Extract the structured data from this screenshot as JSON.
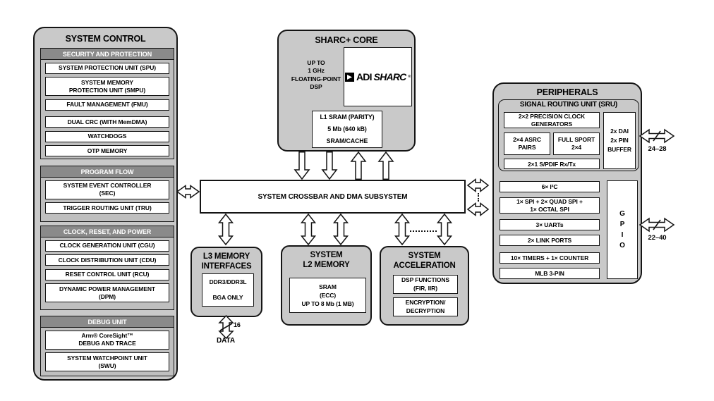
{
  "colors": {
    "box_fill": "#c9c9c9",
    "section_fill": "#bfbfbf",
    "header_fill": "#8a8a8a",
    "header_text": "#ffffff",
    "border": "#141414",
    "white_box": "#ffffff"
  },
  "system_control": {
    "title": "SYSTEM CONTROL",
    "sections": [
      {
        "header": "SECURITY AND PROTECTION",
        "items": [
          "SYSTEM PROTECTION UNIT (SPU)",
          "SYSTEM MEMORY\nPROTECTION UNIT (SMPU)",
          "FAULT MANAGEMENT (FMU)",
          "DUAL CRC (WITH MemDMA)",
          "WATCHDOGS",
          "OTP MEMORY"
        ]
      },
      {
        "header": "PROGRAM FLOW",
        "items": [
          "SYSTEM EVENT CONTROLLER\n(SEC)",
          "TRIGGER ROUTING UNIT (TRU)"
        ]
      },
      {
        "header": "CLOCK, RESET, AND POWER",
        "items": [
          "CLOCK GENERATION UNIT (CGU)",
          "CLOCK DISTRIBUTION UNIT (CDU)",
          "RESET CONTROL UNIT (RCU)",
          "DYNAMIC POWER MANAGEMENT\n(DPM)"
        ]
      },
      {
        "header": "DEBUG UNIT",
        "items": [
          "Arm® CoreSight™\nDEBUG AND TRACE",
          "SYSTEM WATCHPOINT UNIT\n(SWU)"
        ]
      }
    ]
  },
  "sharc_core": {
    "title": "SHARC+ CORE",
    "dsp_note": "UP TO\n1 GHz\nFLOATING-POINT\nDSP",
    "logo": {
      "brand": "ADI",
      "product": "SHARC",
      "reg": "®"
    },
    "l1_box": "L1 SRAM (PARITY)\n5 Mb (640 kB)\nSRAM/CACHE"
  },
  "crossbar": {
    "label": "SYSTEM CROSSBAR AND DMA SUBSYSTEM"
  },
  "l3_memory": {
    "title": "L3 MEMORY\nINTERFACES",
    "inner": "DDR3/DDR3L\n\nBGA ONLY",
    "bus_width": "16",
    "bus_label": "DATA"
  },
  "l2_memory": {
    "title": "SYSTEM\nL2 MEMORY",
    "inner": "SRAM\n(ECC)\nUP TO 8 Mb (1 MB)"
  },
  "acceleration": {
    "title": "SYSTEM\nACCELERATION",
    "dsp": "DSP FUNCTIONS\n(FIR, IIR)",
    "encryption": "ENCRYPTION/\nDECRYPTION"
  },
  "peripherals": {
    "title": "PERIPHERALS",
    "sru": {
      "title": "SIGNAL ROUTING UNIT (SRU)",
      "clock_gen": "2×2 PRECISION CLOCK\nGENERATORS",
      "asrc": "2×4 ASRC\nPAIRS",
      "sport": "FULL SPORT\n2×4",
      "spdif": "2×1 S/PDIF Rx/Tx",
      "dai": "2x DAI\n2x PIN\nBUFFER"
    },
    "items": [
      "6× I²C",
      "1× SPI + 2× QUAD SPI +\n1× OCTAL SPI",
      "3× UARTs",
      "2× LINK PORTS",
      "10× TIMERS + 1× COUNTER",
      "MLB 3-PIN"
    ],
    "gpio": "G\nP\nI\nO",
    "bus_top": "24–28",
    "bus_bottom": "22–40"
  }
}
